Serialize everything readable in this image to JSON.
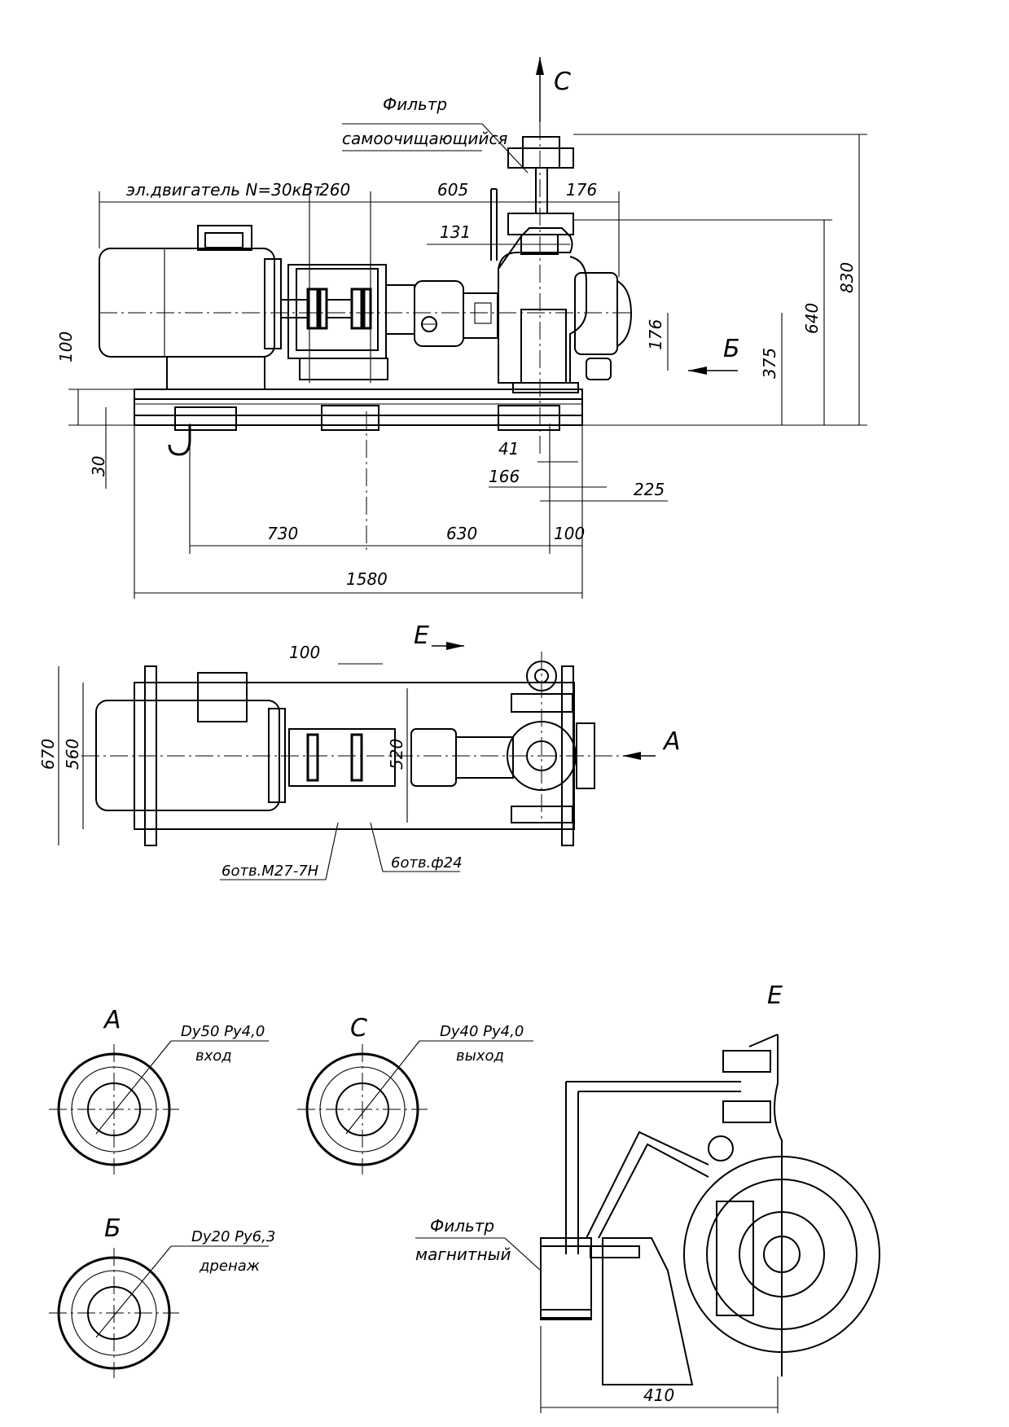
{
  "labels": {
    "filter_self": "Фильтр",
    "filter_self_2": "самоочищающийся",
    "motor": "эл.двигатель N=30кВт",
    "filter_mag": "Фильтр",
    "filter_mag_2": "магнитный",
    "holes_thread": "6отв.М27-7Н",
    "holes_plain": "6отв.ф24",
    "view_A": "А",
    "view_B": "Б",
    "view_C": "С",
    "view_E": "Е",
    "view_A_spec": "Dу50 Рy4,0",
    "view_A_spec2": "вход",
    "view_C_spec": "Dу40 Рy4,0",
    "view_C_spec2": "выход",
    "view_B_spec": "Dу20 Рy6,3",
    "view_B_spec2": "дренаж"
  },
  "dims": {
    "d260": "260",
    "d605": "605",
    "d176a": "176",
    "d131": "131",
    "d100a": "100",
    "d30": "30",
    "d176b": "176",
    "d375": "375",
    "d640": "640",
    "d830": "830",
    "d41": "41",
    "d166": "166",
    "d225": "225",
    "d730": "730",
    "d630": "630",
    "d100b": "100",
    "d1580": "1580",
    "d100c": "100",
    "d670": "670",
    "d560": "560",
    "d520": "520",
    "d410": "410"
  }
}
